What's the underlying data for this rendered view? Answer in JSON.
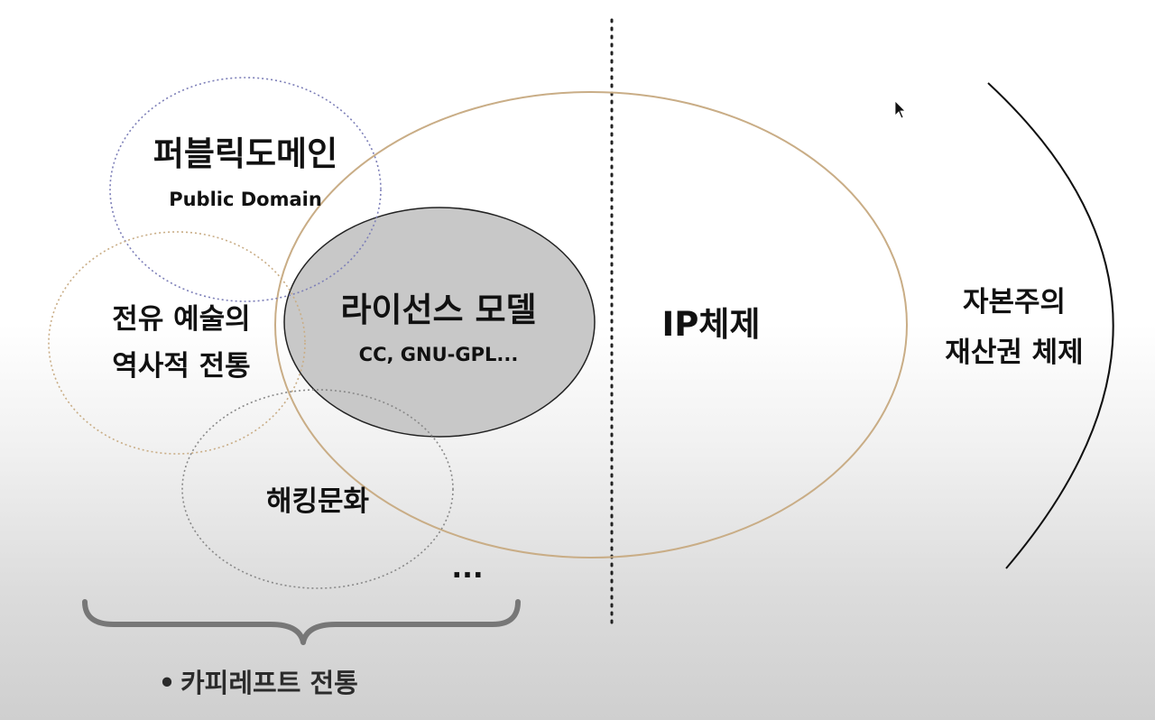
{
  "colors": {
    "ip_circle": "#c9ad86",
    "license_fill": "#c8c8c8",
    "license_stroke": "#222222",
    "public_domain_stroke": "#7d7fb8",
    "appropriation_stroke": "#c9ad86",
    "hacking_stroke": "#888888",
    "divider": "#222222",
    "capitalism_arc": "#111111"
  },
  "diagram": {
    "public_domain": {
      "title": "퍼블릭도메인",
      "subtitle": "Public Domain"
    },
    "appropriation_art": {
      "line1": "전유 예술의",
      "line2": "역사적 전통"
    },
    "license_model": {
      "title": "라이선스 모델",
      "subtitle": "CC, GNU-GPL..."
    },
    "hacking_culture": {
      "title": "해킹문화"
    },
    "ellipsis": "...",
    "ip_system": {
      "title": "IP체제"
    },
    "capitalist_property": {
      "line1": "자본주의",
      "line2": "재산권 체제"
    },
    "copyleft_tradition": {
      "bullet": "•",
      "label": "카피레프트 전통"
    }
  }
}
